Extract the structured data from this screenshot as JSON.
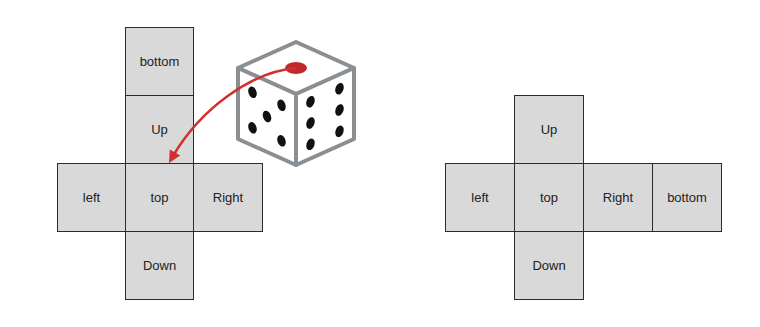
{
  "diagram": {
    "nodes": [
      {
        "text": [
          "bottom"
        ]
      },
      {
        "text": [
          "Up"
        ]
      },
      {
        "text": [
          "left"
        ]
      },
      {
        "text": [
          "top"
        ]
      },
      {
        "text": [
          "Right"
        ]
      },
      {
        "text": [
          "Down"
        ]
      },
      {
        "text": [
          "Up"
        ]
      },
      {
        "text": [
          "left"
        ]
      },
      {
        "text": [
          "top"
        ]
      },
      {
        "text": [
          "Right"
        ]
      },
      {
        "text": [
          "bottom"
        ]
      },
      {
        "text": [
          "Down"
        ]
      }
    ]
  }
}
